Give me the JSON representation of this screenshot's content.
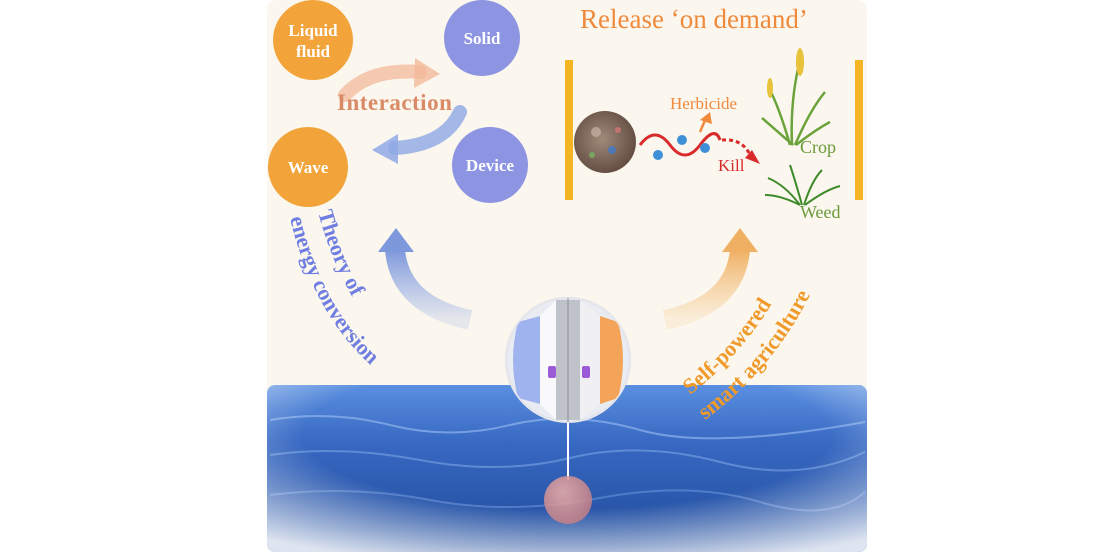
{
  "title": "Release ‘on demand’",
  "cycle": {
    "center_label": "Interaction",
    "nodes": [
      {
        "label_line1": "Liquid",
        "label_line2": "fluid",
        "color": "#f2a43a"
      },
      {
        "label_line1": "Solid",
        "label_line2": "",
        "color": "#8d95e3"
      },
      {
        "label_line1": "Wave",
        "label_line2": "",
        "color": "#f2a43a"
      },
      {
        "label_line1": "Device",
        "label_line2": "",
        "color": "#8d95e3"
      }
    ]
  },
  "release": {
    "herbicide_label": "Herbicide",
    "kill_label": "Kill",
    "crop_label": "Crop",
    "weed_label": "Weed"
  },
  "left_arc_text": {
    "line1": "Theory of",
    "line2": "energy conversion"
  },
  "right_arc_text": {
    "line1": "Self-powered",
    "line2": "smart agriculture"
  },
  "colors": {
    "orange": "#f2a43a",
    "purple": "#8d95e3",
    "title_orange": "#ef8a3d",
    "blue_text": "#6f7ee0",
    "sea": "#3a6fc8",
    "background": "#fbf7ee",
    "green": "#6a9a3a",
    "red": "#d92b2b"
  }
}
